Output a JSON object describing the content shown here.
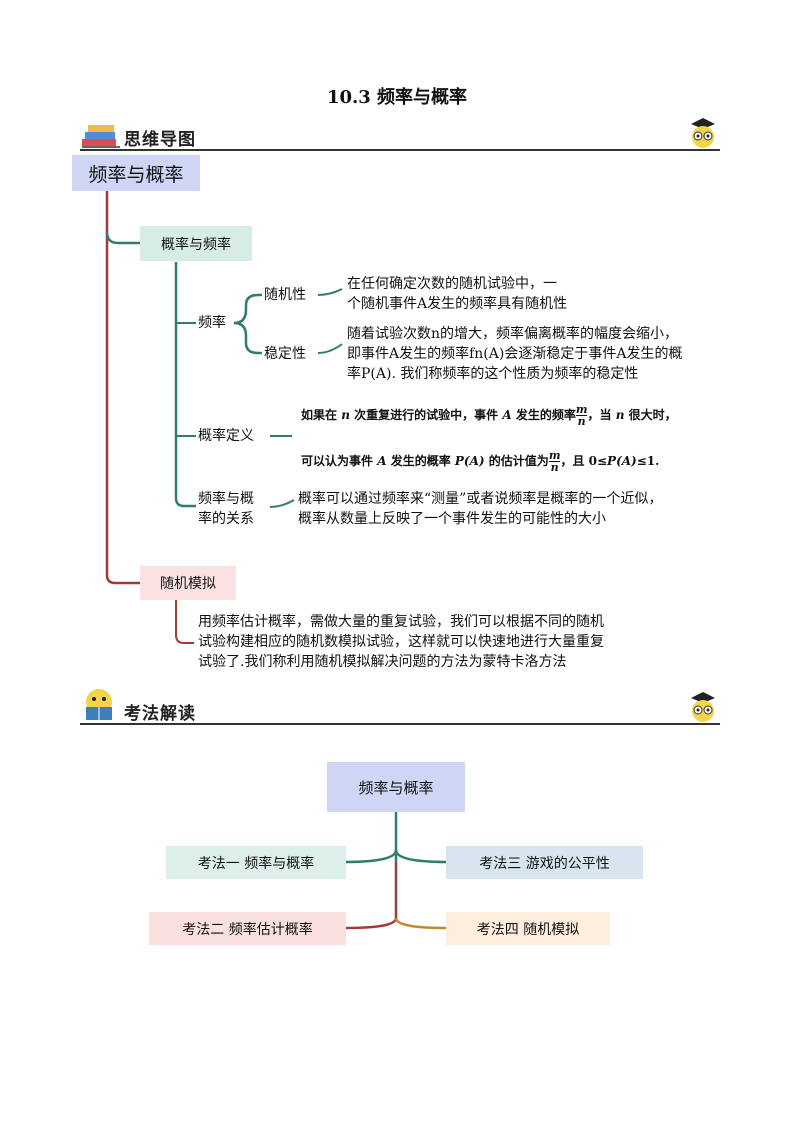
{
  "page_title": "10.3 频率与概率",
  "section1": {
    "label": "思维导图"
  },
  "section2": {
    "label": "考法解读"
  },
  "mindmap": {
    "root": "频率与概率",
    "branch1": "概率与频率",
    "freq": "频率",
    "randomness": "随机性",
    "randomness_text": [
      "在任何确定次数的随机试验中，一",
      "个随机事件A发生的频率具有随机性"
    ],
    "stability": "稳定性",
    "stability_text": [
      "随着试验次数n的增大，频率偏离概率的幅度会缩小，",
      "即事件A发生的频率fn(A)会逐渐稳定于事件A发生的概",
      "率P(A). 我们称频率的这个性质为频率的稳定性"
    ],
    "prob_def": "概率定义",
    "prob_def_text1_a": "如果在",
    "prob_def_text1_b": "n",
    "prob_def_text1_c": "次重复进行的试验中，事件",
    "prob_def_text1_d": "A",
    "prob_def_text1_e": "发生的频率",
    "prob_def_text1_f": "，当",
    "prob_def_text1_g": "n",
    "prob_def_text1_h": "很大时，",
    "prob_def_text2_a": "可以认为事件",
    "prob_def_text2_b": "A",
    "prob_def_text2_c": "发生的概率",
    "prob_def_text2_d": "P(A)",
    "prob_def_text2_e": "的估计值为",
    "prob_def_text2_f": "，且 0≤",
    "prob_def_text2_g": "P(A)",
    "prob_def_text2_h": "≤1.",
    "frac_num": "m",
    "frac_den": "n",
    "relation": [
      "频率与概",
      "率的关系"
    ],
    "relation_text": [
      "概率可以通过频率来“测量”或者说频率是概率的一个近似，",
      "概率从数量上反映了一个事件发生的可能性的大小"
    ],
    "branch2": "随机模拟",
    "branch2_text": [
      "用频率估计概率，需做大量的重复试验，我们可以根据不同的随机",
      "试验构建相应的随机数模拟试验，这样就可以快速地进行大量重复",
      "试验了.我们称利用随机模拟解决问题的方法为蒙特卡洛方法"
    ]
  },
  "methods": {
    "center": "频率与概率",
    "m1": "考法一  频率与概率",
    "m2": "考法二  频率估计概率",
    "m3": "考法三  游戏的公平性",
    "m4": "考法四  随机模拟"
  },
  "colors": {
    "root_bg": "#cfd6f5",
    "branch1_bg": "#d7ece7",
    "branch2_bg": "#fbe2e2",
    "teal_line": "#2f7d6d",
    "red_line": "#a33a3a",
    "m1_bg": "#dcefea",
    "m2_bg": "#fbe0e0",
    "m3_bg": "#d7e5ee",
    "m4_bg": "#fdeedd"
  }
}
